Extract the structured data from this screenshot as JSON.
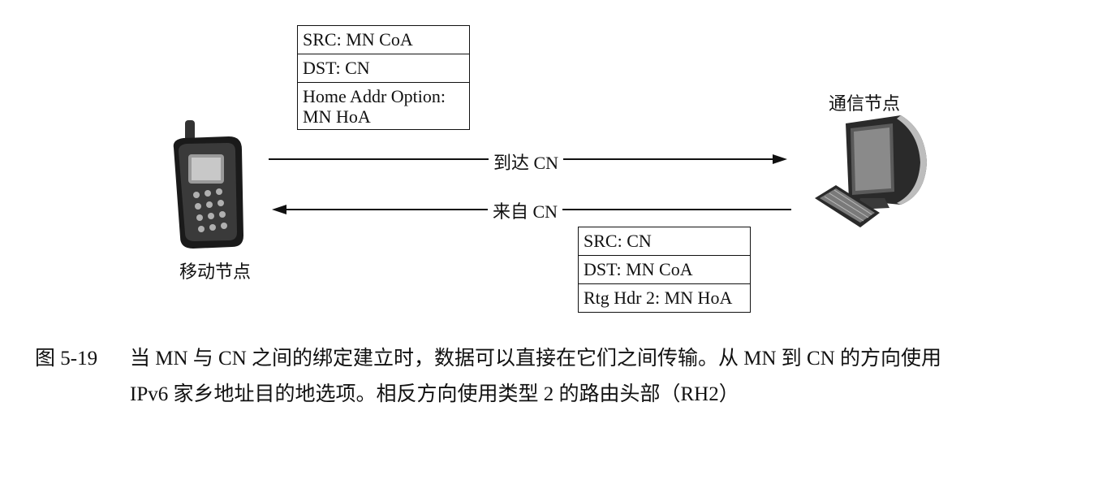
{
  "top_packet": {
    "rows": [
      "SRC: MN CoA",
      "DST: CN",
      "Home Addr Option:",
      "MN HoA"
    ]
  },
  "bottom_packet": {
    "rows": [
      "SRC: CN",
      "DST: MN CoA",
      "Rtg Hdr 2: MN HoA"
    ]
  },
  "nodes": {
    "mobile_label": "移动节点",
    "cn_label": "通信节点"
  },
  "arrows": {
    "to_cn": "到达 CN",
    "from_cn": "来自 CN"
  },
  "caption": {
    "number": "图 5-19",
    "line1": "当 MN 与 CN 之间的绑定建立时，数据可以直接在它们之间传输。从 MN 到 CN 的方向使用",
    "line2": "IPv6 家乡地址目的地选项。相反方向使用类型 2 的路由头部（RH2）"
  }
}
